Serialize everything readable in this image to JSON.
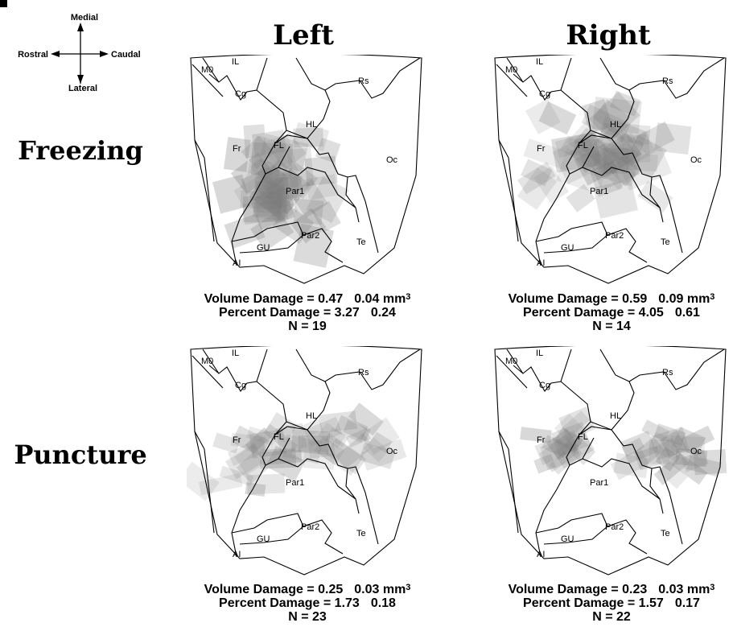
{
  "compass": {
    "top": "Medial",
    "bottom": "Lateral",
    "left": "Rostral",
    "right": "Caudal"
  },
  "columns": [
    "Left",
    "Right"
  ],
  "rows": [
    "Freezing",
    "Puncture"
  ],
  "region_labels": {
    "m0": "M0",
    "il": "IL",
    "cg": "Cg",
    "rs": "Rs",
    "hl": "HL",
    "fl": "FL",
    "fr": "Fr",
    "oc": "Oc",
    "par1": "Par1",
    "par2": "Par2",
    "gu": "GU",
    "te": "Te",
    "ai": "AI"
  },
  "panels": [
    {
      "id": "freezing-left",
      "volume_prefix": "Volume Damage = 0.47",
      "volume_sem": "0.04 mm",
      "volume_unit_exp": "3",
      "percent_prefix": "Percent Damage = 3.27",
      "percent_sem": "0.24",
      "n": "N = 19",
      "lesion_focus": "par1"
    },
    {
      "id": "freezing-right",
      "volume_prefix": "Volume Damage = 0.59",
      "volume_sem": "0.09 mm",
      "volume_unit_exp": "3",
      "percent_prefix": "Percent Damage = 4.05",
      "percent_sem": "0.61",
      "n": "N = 14",
      "lesion_focus": "hl-fl"
    },
    {
      "id": "puncture-left",
      "volume_prefix": "Volume Damage = 0.25",
      "volume_sem": "0.03 mm",
      "volume_unit_exp": "3",
      "percent_prefix": "Percent Damage = 1.73",
      "percent_sem": "0.18",
      "n": "N = 23",
      "lesion_focus": "fl-oc-band"
    },
    {
      "id": "puncture-right",
      "volume_prefix": "Volume Damage = 0.23",
      "volume_sem": "0.03 mm",
      "volume_unit_exp": "3",
      "percent_prefix": "Percent Damage = 1.57",
      "percent_sem": "0.17",
      "n": "N = 22",
      "lesion_focus": "fl-oc-split"
    }
  ],
  "colors": {
    "outline": "#000000",
    "lesion": "#7a7a7a"
  }
}
